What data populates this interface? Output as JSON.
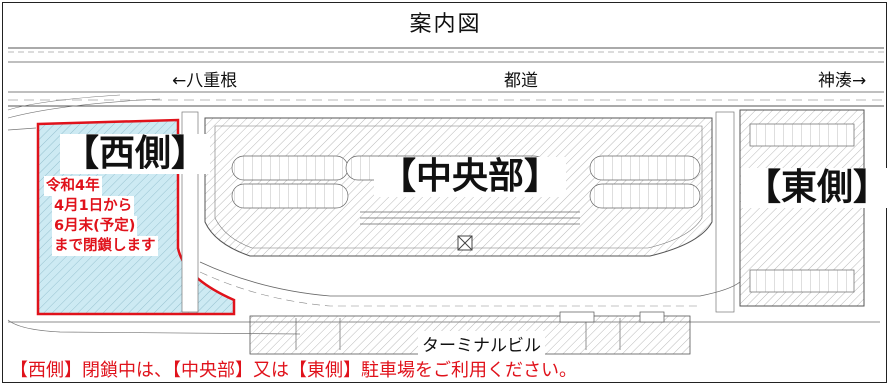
{
  "title": "案内図",
  "roads": {
    "west_direction": "←八重根",
    "name": "都道",
    "east_direction": "神湊→"
  },
  "zones": {
    "west": "【西側】",
    "center": "【中央部】",
    "east": "【東側】"
  },
  "closure_notice": {
    "line1": "令和4年",
    "line2": "4月1日から",
    "line3": "6月末(予定)",
    "line4": "まで閉鎖します"
  },
  "building": "ターミナルビル",
  "footer_notice": "【西側】閉鎖中は、【中央部】又は【東側】駐車場をご利用ください。",
  "colors": {
    "accent_red": "#e0121b",
    "closed_area_fill": "#cdeaf3",
    "line": "#555555"
  }
}
